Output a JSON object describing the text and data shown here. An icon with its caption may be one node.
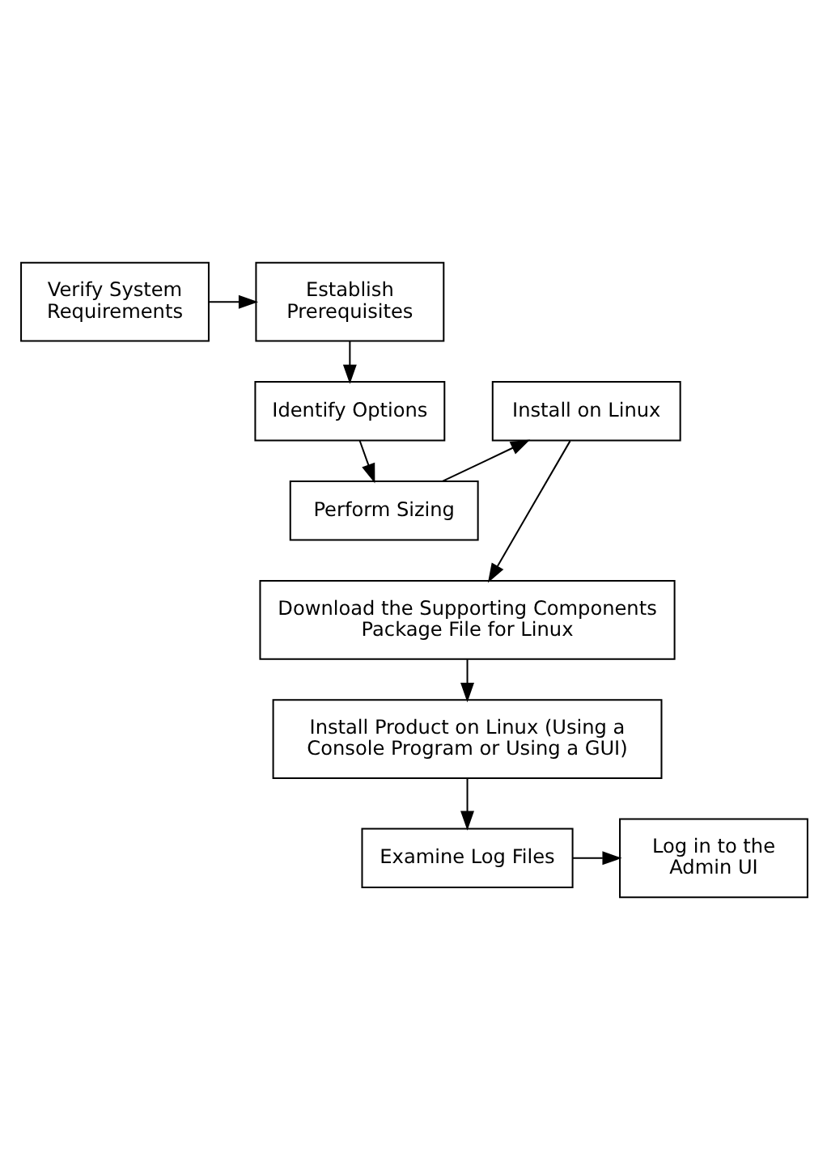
{
  "diagram": {
    "nodes": [
      {
        "text": [
          "Verify System Requirements"
        ]
      },
      {
        "text": [
          "Establish Prerequisites"
        ]
      },
      {
        "text": [
          "Install on Linux"
        ]
      },
      {
        "text": [
          "Identify Options"
        ]
      },
      {
        "text": [
          "Perform Sizing"
        ]
      },
      {
        "text": [
          "Download the Supporting Components Package File for Linux"
        ]
      },
      {
        "text": [
          "Install Product on Linux (Using a Console Program or Using a GUI)"
        ]
      },
      {
        "text": [
          "Examine Log Files"
        ]
      },
      {
        "text": [
          "Log in to the Admin UI"
        ]
      }
    ],
    "edges": [
      {
        "from": 0,
        "to": 1,
        "arrow": "to"
      },
      {
        "from": 1,
        "to": 3,
        "arrow": "to"
      },
      {
        "from": 3,
        "to": 4,
        "arrow": "to"
      },
      {
        "from": 4,
        "to": 2,
        "arrow": "to"
      },
      {
        "from": 2,
        "to": 5,
        "arrow": "to"
      },
      {
        "from": 5,
        "to": 6,
        "arrow": "to"
      },
      {
        "from": 6,
        "to": 7,
        "arrow": "to"
      },
      {
        "from": 7,
        "to": 8,
        "arrow": "to"
      }
    ]
  }
}
